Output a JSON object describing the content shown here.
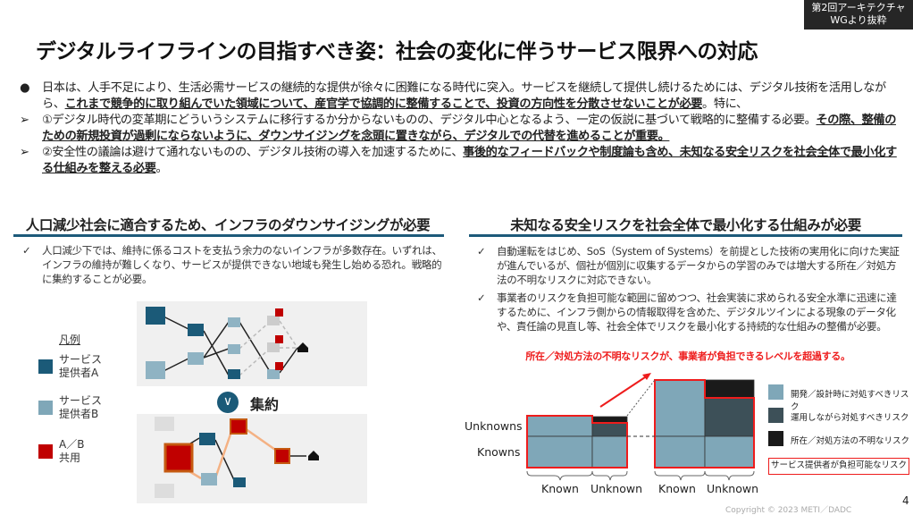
{
  "tag": {
    "line1": "第2回アーキテクチャ",
    "line2": "WGより抜粋"
  },
  "title": "デジタルライフラインの目指すべき姿：社会の変化に伴うサービス限界への対応",
  "bullets": [
    {
      "marker": "●",
      "parts": [
        "日本は、人手不足により、生活必需サービスの継続的な提供が徐々に困難になる時代に突入。サービスを継続して提供し続けるためには、デジタル技術を活用しながら、",
        "これまで競争的に取り組んでいた領域について、産官学で協調的に整備することで、投資の方向性を分散させないことが必要",
        "。特に、"
      ]
    },
    {
      "marker": "➢",
      "parts": [
        "①デジタル時代の変革期にどういうシステムに移行するか分からないものの、デジタル中心となるよう、一定の仮説に基づいて戦略的に整備する必要。",
        "その際、整備のための新規投資が過剰にならないように、ダウンサイジングを念頭に置きながら、デジタルでの代替を進めることが重要。",
        ""
      ]
    },
    {
      "marker": "➢",
      "parts": [
        "②安全性の議論は避けて通れないものの、デジタル技術の導入を加速するために、",
        "事後的なフィードバックや制度論も含め、未知なる安全リスクを社会全体で最小化する仕組みを整える必要",
        "。"
      ]
    }
  ],
  "left": {
    "heading": "人口減少社会に適合するため、インフラのダウンサイジングが必要",
    "check": "✓",
    "text": "人口減少下では、維持に係るコストを支払う余力のないインフラが多数存在。いずれは、インフラの維持が難しくなり、サービスが提供できない地域も発生し始める恐れ。戦略的に集約することが必要。",
    "legend_title": "凡例",
    "legend": [
      {
        "label": "サービス\n提供者A",
        "color": "#1b5a78"
      },
      {
        "label": "サービス\n提供者B",
        "color": "#7fa7b8"
      },
      {
        "label": "A／B\n共用",
        "color": "#c00000"
      }
    ],
    "consolidate": "集約"
  },
  "right": {
    "heading": "未知なる安全リスクを社会全体で最小化する仕組みが必要",
    "items": [
      {
        "check": "✓",
        "text": "自動運転をはじめ、SoS（System of Systems）を前提とした技術の実用化に向けた実証が進んでいるが、個社が個別に収集するデータからの学習のみでは増大する所在／対処方法の不明なリスクに対応できない。"
      },
      {
        "check": "✓",
        "text": "事業者のリスクを負担可能な範囲に留めつつ、社会実装に求められる安全水準に迅速に達するために、インフラ側からの情報取得を含めた、デジタルツインによる現象のデータ化や、責任論の見直し等、社会全体でリスクを最小化する持続的な仕組みの整備が必要。"
      }
    ],
    "alert": "所在／対処方法の不明なリスクが、事業者が負担できるレベルを超過する。",
    "chart": {
      "y_labels": [
        "Unknowns",
        "Knowns"
      ],
      "x_labels": [
        "Known",
        "Unknown",
        "Known",
        "Unknown"
      ],
      "legend": [
        {
          "label": "開発／設計時に対処すべきリスク",
          "color": "#7fa7b8"
        },
        {
          "label": "運用しながら対処すべきリスク",
          "color": "#3d5058"
        },
        {
          "label": "所在／対処方法の不明なリスク",
          "color": "#1a1a1a"
        }
      ],
      "boundary_label": "サービス提供者が負担可能なリスク",
      "boundary_color": "#ee1c1c"
    }
  },
  "page_number": "4",
  "copyright": "Copyright ©  2023 METI／DADC"
}
